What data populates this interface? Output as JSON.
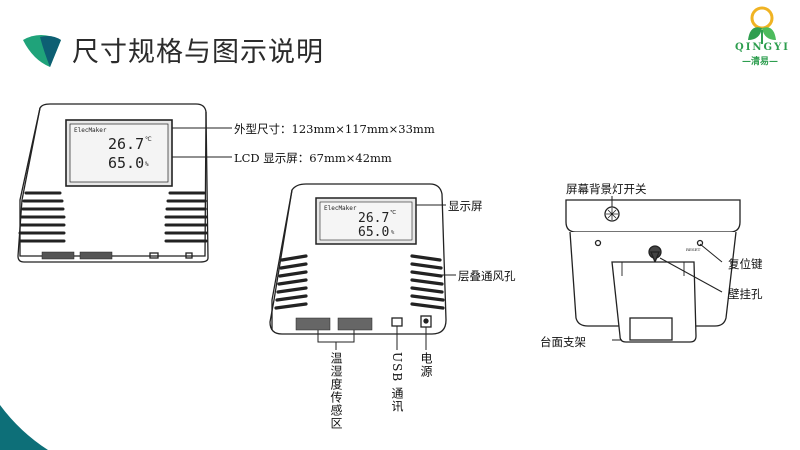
{
  "title": "尺寸规格与图示说明",
  "logo": {
    "brand": "QINGYI",
    "subtitle": "—清易—"
  },
  "colors": {
    "accent_green": "#1fa37a",
    "accent_dark": "#0d5f73",
    "text": "#111111"
  },
  "device": {
    "brand_label": "ElecMaker",
    "temperature": "26.7",
    "temperature_unit": "℃",
    "humidity": "65.0",
    "humidity_unit": "%"
  },
  "labels": {
    "dimensions": "外型尺寸：123mm×117mm×33mm",
    "lcd_screen": "LCD 显示屏：67mm×42mm",
    "display": "显示屏",
    "vents": "层叠通风孔",
    "sensor_area": "温湿度传感区",
    "usb": "USB 通讯",
    "power": "电源",
    "backlight_switch": "屏幕背景灯开关",
    "reset_key": "复位键",
    "wall_hole": "壁挂孔",
    "stand": "台面支架"
  }
}
